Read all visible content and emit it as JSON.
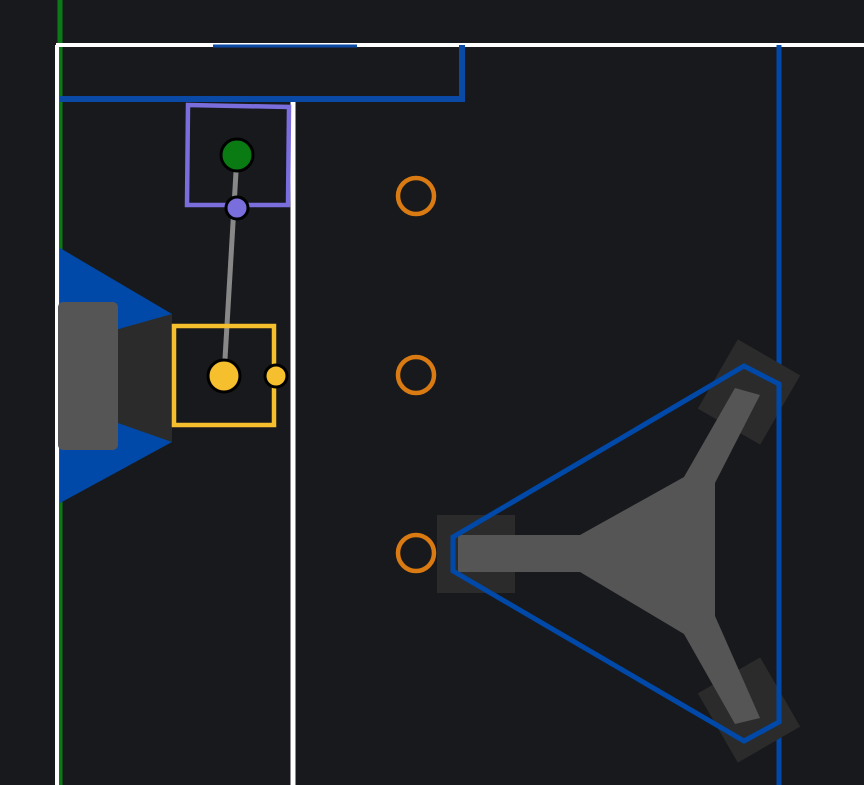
{
  "colors": {
    "background": "#18191c",
    "field_line": "#ffffff",
    "wall_green": "#0b7a16",
    "structure_blue": "#0a4aa6",
    "zone_blue": "#0049a8",
    "robot_gray": "#555555",
    "pad_dark": "#2b2b2b",
    "selection_purple": "#7a6ddc",
    "selection_yellow": "#f6bf2e",
    "node_green": "#0a7a12",
    "node_purple": "#7a6ddc",
    "node_yellow": "#f6bf2e",
    "link_gray": "#888888",
    "marker_orange": "#d97a12"
  },
  "icons": {
    "waypoint": "circle-outline",
    "selected_node": "filled-circle",
    "handle": "small-filled-circle"
  }
}
